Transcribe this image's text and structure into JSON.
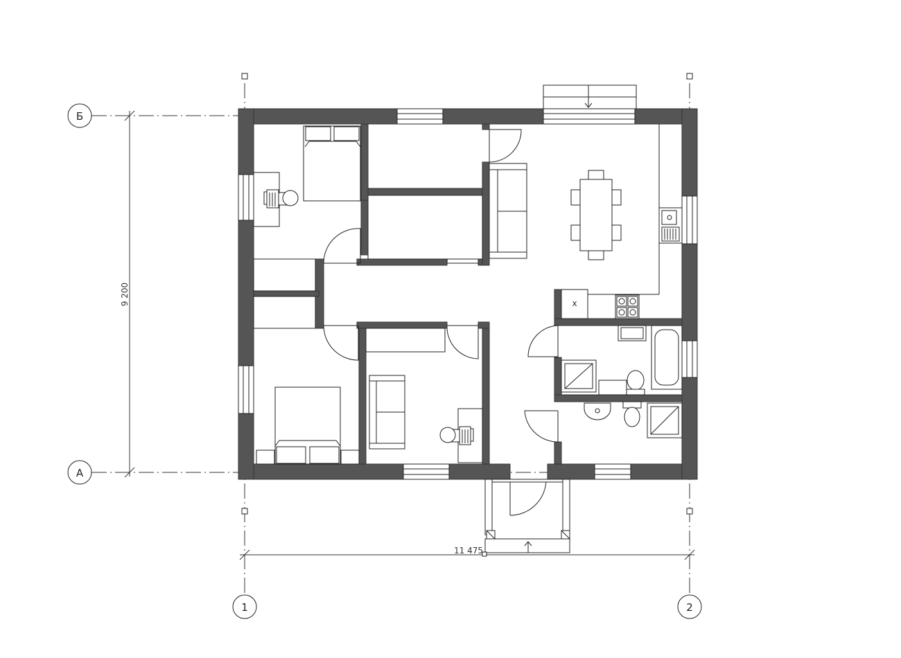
{
  "axes": {
    "rows": [
      "Б",
      "А"
    ],
    "columns": [
      "1",
      "2"
    ]
  },
  "dimensions": {
    "width": "11 475",
    "height": "9 200"
  },
  "fixtures": {
    "stove_mark": "x"
  }
}
